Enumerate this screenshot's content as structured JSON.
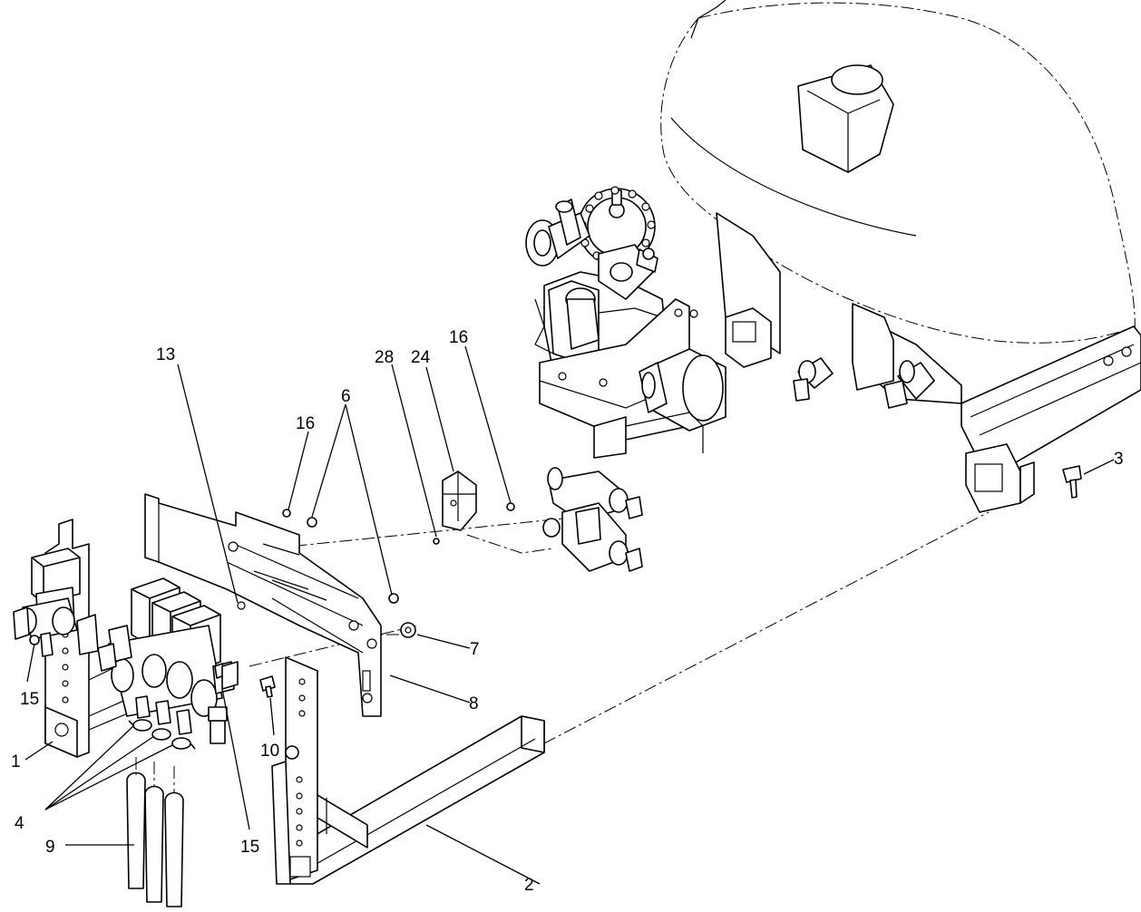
{
  "callouts": [
    {
      "id": "c1",
      "text": "1"
    },
    {
      "id": "c2",
      "text": "2"
    },
    {
      "id": "c3",
      "text": "3"
    },
    {
      "id": "c4",
      "text": "4"
    },
    {
      "id": "c6",
      "text": "6"
    },
    {
      "id": "c7",
      "text": "7"
    },
    {
      "id": "c8",
      "text": "8"
    },
    {
      "id": "c9",
      "text": "9"
    },
    {
      "id": "c10",
      "text": "10"
    },
    {
      "id": "c13",
      "text": "13"
    },
    {
      "id": "c15a",
      "text": "15"
    },
    {
      "id": "c15b",
      "text": "15"
    },
    {
      "id": "c16a",
      "text": "16"
    },
    {
      "id": "c16b",
      "text": "16"
    },
    {
      "id": "c24",
      "text": "24"
    },
    {
      "id": "c28",
      "text": "28"
    }
  ]
}
